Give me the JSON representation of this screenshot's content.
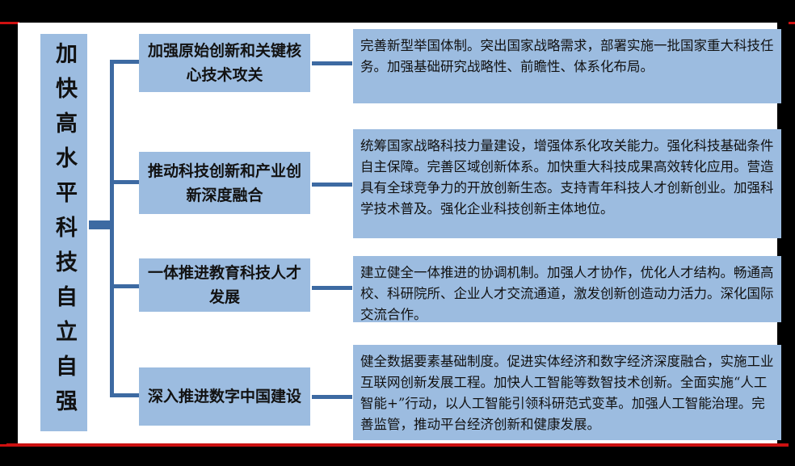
{
  "theme": {
    "box_fill": "#9CBCE0",
    "connector": "#3D6AA2",
    "frame": "#000000",
    "accent_rule": "#cc1111",
    "page_bg": "#ffffff"
  },
  "title": {
    "text": "加快高水平科技自立自强"
  },
  "categories": [
    {
      "label": "加强原始创新和关键核心技术攻关"
    },
    {
      "label": "推动科技创新和产业创新深度融合"
    },
    {
      "label": "一体推进教育科技人才发展"
    },
    {
      "label": "深入推进数字中国建设"
    }
  ],
  "details": [
    {
      "text": "完善新型举国体制。突出国家战略需求，部署实施一批国家重大科技任务。加强基础研究战略性、前瞻性、体系化布局。"
    },
    {
      "text": "统筹国家战略科技力量建设，增强体系化攻关能力。强化科技基础条件自主保障。完善区域创新体系。加快重大科技成果高效转化应用。营造具有全球竞争力的开放创新生态。支持青年科技人才创新创业。加强科学技术普及。强化企业科技创新主体地位。"
    },
    {
      "text": "建立健全一体推进的协调机制。加强人才协作，优化人才结构。畅通高校、科研院所、企业人才交流通道，激发创新创造动力活力。深化国际交流合作。"
    },
    {
      "text": "健全数据要素基础制度。促进实体经济和数字经济深度融合，实施工业互联网创新发展工程。加快人工智能等数智技术创新。全面实施“人工智能+”行动，以人工智能引领科研范式变革。加强人工智能治理。完善监管，推动平台经济创新和健康发展。"
    }
  ]
}
